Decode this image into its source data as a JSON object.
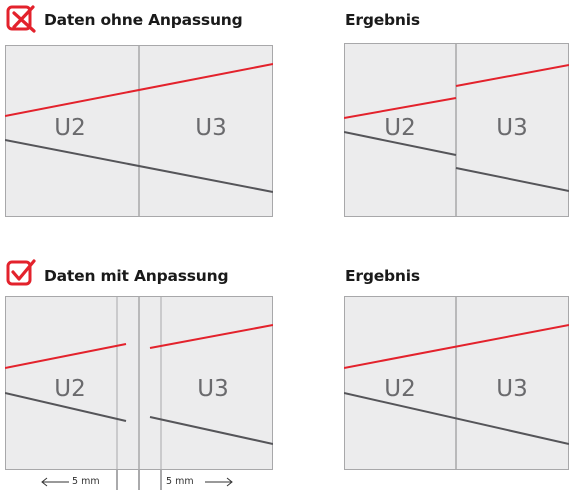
{
  "colors": {
    "accent_red": "#e3222c",
    "line_gray": "#555559",
    "panel_fill": "#ececed",
    "panel_border": "#a8a8aa",
    "label_gray": "#6a6a6d"
  },
  "icons": {
    "top": "box-cross-icon",
    "bottom": "box-check-icon"
  },
  "sections": {
    "top_left_title": "Daten ohne Anpassung",
    "top_right_title": "Ergebnis",
    "bottom_left_title": "Daten mit Anpassung",
    "bottom_right_title": "Ergebnis"
  },
  "pages": {
    "left": "U2",
    "right": "U3"
  },
  "dimensions": {
    "left_label": "5 mm",
    "right_label": "5 mm"
  }
}
